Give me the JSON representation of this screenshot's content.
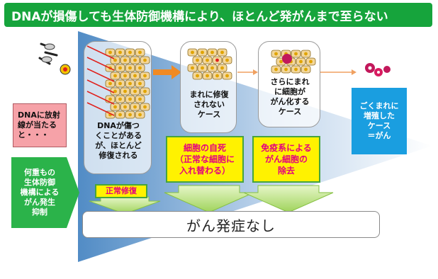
{
  "title": "DNAが損傷しても生体防御機構により、ほとんど発がんまで至らない",
  "side": {
    "pink_box": "DNAに放射\n線が当たる\nと・・・",
    "green_box": "何重もの\n生体防御\n機構による\nがん発生\n抑制"
  },
  "stages": [
    {
      "text": "DNAが傷つ\nくことがある\nが、ほとんど\n修復される"
    },
    {
      "text": "まれに修復\nされない\nケース"
    },
    {
      "text": "さらにまれ\nに細胞が\nがん化する\nケース"
    }
  ],
  "mechanisms": [
    {
      "label": "正常修復"
    },
    {
      "label": "細胞の自死\n（正常な細胞に\n入れ替わる）"
    },
    {
      "label": "免疫系による\nがん細胞の\n除去"
    }
  ],
  "final_case": "ごくまれに\n増殖した\nケース\n＝がん",
  "result": "がん発症なし",
  "colors": {
    "title_bg": "#16a43c",
    "cell": "#f3d79b",
    "nucleus": "#e0a400",
    "ray": "#e0201c",
    "arrow_green": "#b6e07a",
    "cancer_cell": "#c2185b"
  }
}
